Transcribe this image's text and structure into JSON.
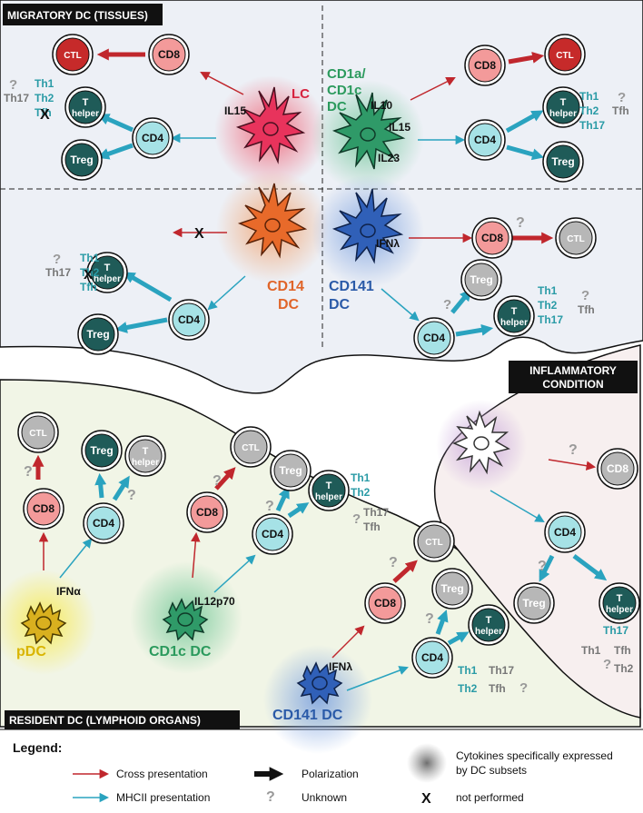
{
  "sections": {
    "migratory": "MIGRATORY DC (TISSUES)",
    "resident": "RESIDENT DC (LYMPHOID ORGANS)",
    "inflammatory_line1": "INFLAMMATORY",
    "inflammatory_line2": "CONDITION"
  },
  "cells": {
    "ctl": "CTL",
    "cd8": "CD8",
    "cd4": "CD4",
    "treg": "Treg",
    "t": "T",
    "helper": "helper"
  },
  "dc_labels": {
    "lc": "LC",
    "cd1a_l1": "CD1a/",
    "cd1a_l2": "CD1c",
    "cd1a_l3": "DC",
    "cd14_l1": "CD14",
    "cd14_l2": "DC",
    "cd141_l1": "CD141",
    "cd141_l2": "DC",
    "pdc": "pDC",
    "cd1c_dc": "CD1c DC",
    "cd141_dc": "CD141 DC"
  },
  "cytokines": {
    "il15": "IL15",
    "il10": "IL10",
    "il23": "IL23",
    "ifnl": "IFNλ",
    "ifna": "IFNα",
    "il12p70": "IL12p70"
  },
  "th": {
    "th1": "Th1",
    "th2": "Th2",
    "th17": "Th17",
    "tfh": "Tfh"
  },
  "symbols": {
    "question": "?",
    "x": "X"
  },
  "legend": {
    "title": "Legend:",
    "cross": "Cross presentation",
    "mhcii": "MHCII presentation",
    "polarization": "Polarization",
    "unknown": "Unknown",
    "cytokines_l1": "Cytokines specifically expressed",
    "cytokines_l2": "by DC subsets",
    "not_performed": "not performed"
  },
  "colors": {
    "cross_arrow": "#c0272d",
    "mhcii_arrow": "#2aa3bf",
    "panel_bg": "#edf0f6",
    "resident_bg": "#f1f5e6",
    "inflam_bg": "#f7efef",
    "ctl_fill": "#c62a2a",
    "cd8_fill": "#f39a9a",
    "cd4_fill": "#a6e2e6",
    "dark_fill": "#1f5b58",
    "grey_fill": "#b7b7b7",
    "th_text": "#2a9ba6",
    "lc_text": "#d6233f",
    "cd1a_text": "#2b9a5d",
    "cd14_text": "#e0652a",
    "cd141_text": "#2a5aa8",
    "pdc_text": "#d9b400"
  }
}
